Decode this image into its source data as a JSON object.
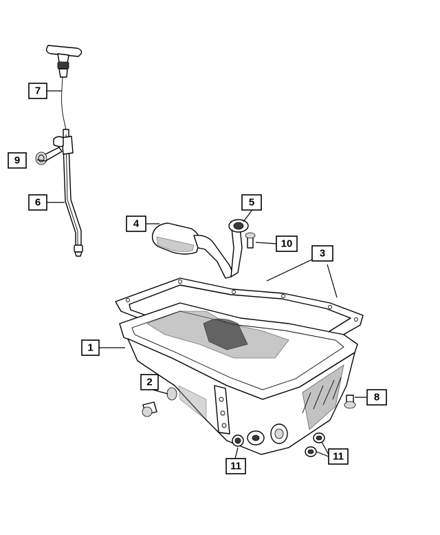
{
  "callouts": [
    {
      "id": "1",
      "label": "1"
    },
    {
      "id": "2",
      "label": "2"
    },
    {
      "id": "3",
      "label": "3"
    },
    {
      "id": "4",
      "label": "4"
    },
    {
      "id": "5",
      "label": "5"
    },
    {
      "id": "6",
      "label": "6"
    },
    {
      "id": "7",
      "label": "7"
    },
    {
      "id": "8",
      "label": "8"
    },
    {
      "id": "9",
      "label": "9"
    },
    {
      "id": "10",
      "label": "10"
    },
    {
      "id": "11a",
      "label": "11"
    },
    {
      "id": "11b",
      "label": "11"
    }
  ]
}
